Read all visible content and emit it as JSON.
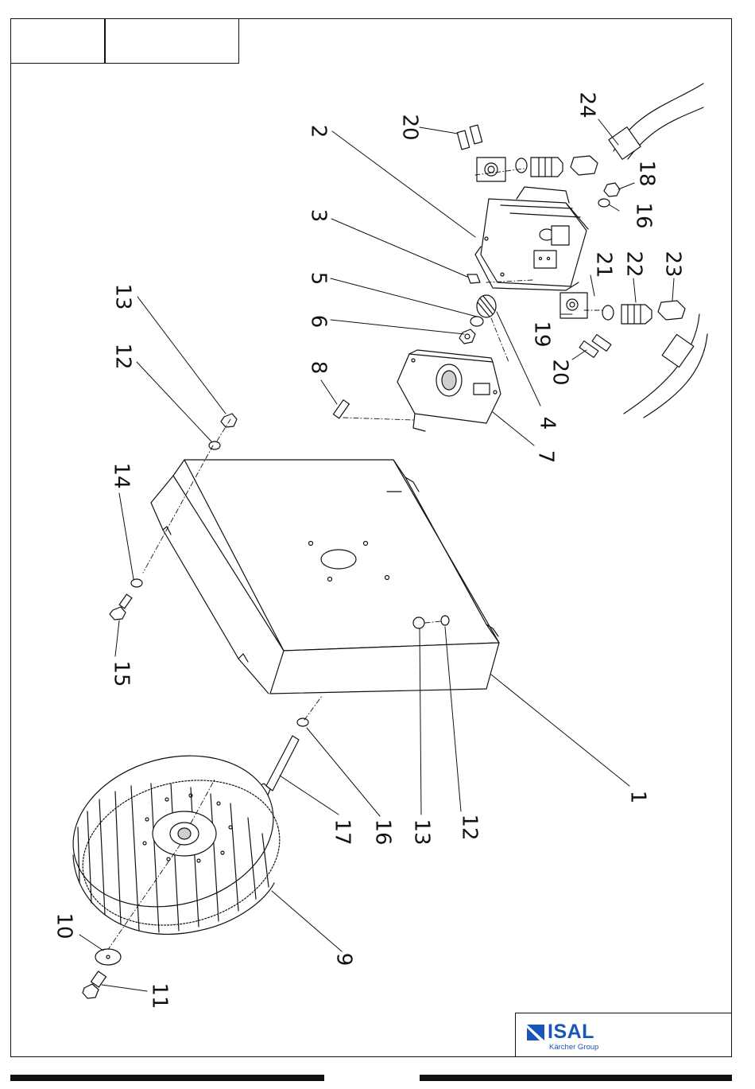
{
  "drawing": {
    "part_numbers": [
      "1",
      "2",
      "3",
      "4",
      "5",
      "6",
      "7",
      "8",
      "9",
      "10",
      "11",
      "12",
      "13",
      "14",
      "15",
      "16",
      "17",
      "18",
      "19",
      "20",
      "21",
      "22",
      "23",
      "24"
    ],
    "callouts": {
      "n1": "1",
      "n2": "2",
      "n3": "3",
      "n4": "4",
      "n5": "5",
      "n6": "6",
      "n7": "7",
      "n8": "8",
      "n9": "9",
      "n10": "10",
      "n11": "11",
      "n12a": "12",
      "n13a": "13",
      "n14": "14",
      "n15": "15",
      "n16a": "16",
      "n17": "17",
      "n16b": "16",
      "n13b": "13",
      "n12b": "12",
      "n20a": "20",
      "n24": "24",
      "n18": "18",
      "n21": "21",
      "n22": "22",
      "n23": "23",
      "n19": "19",
      "n20b": "20"
    }
  },
  "logo": {
    "name": "ISAL",
    "subtitle": "Kärcher Group",
    "color": "#1a56b8"
  },
  "colors": {
    "line": "#111111",
    "fill": "#ffffff",
    "shade": "#cfcfcf"
  }
}
